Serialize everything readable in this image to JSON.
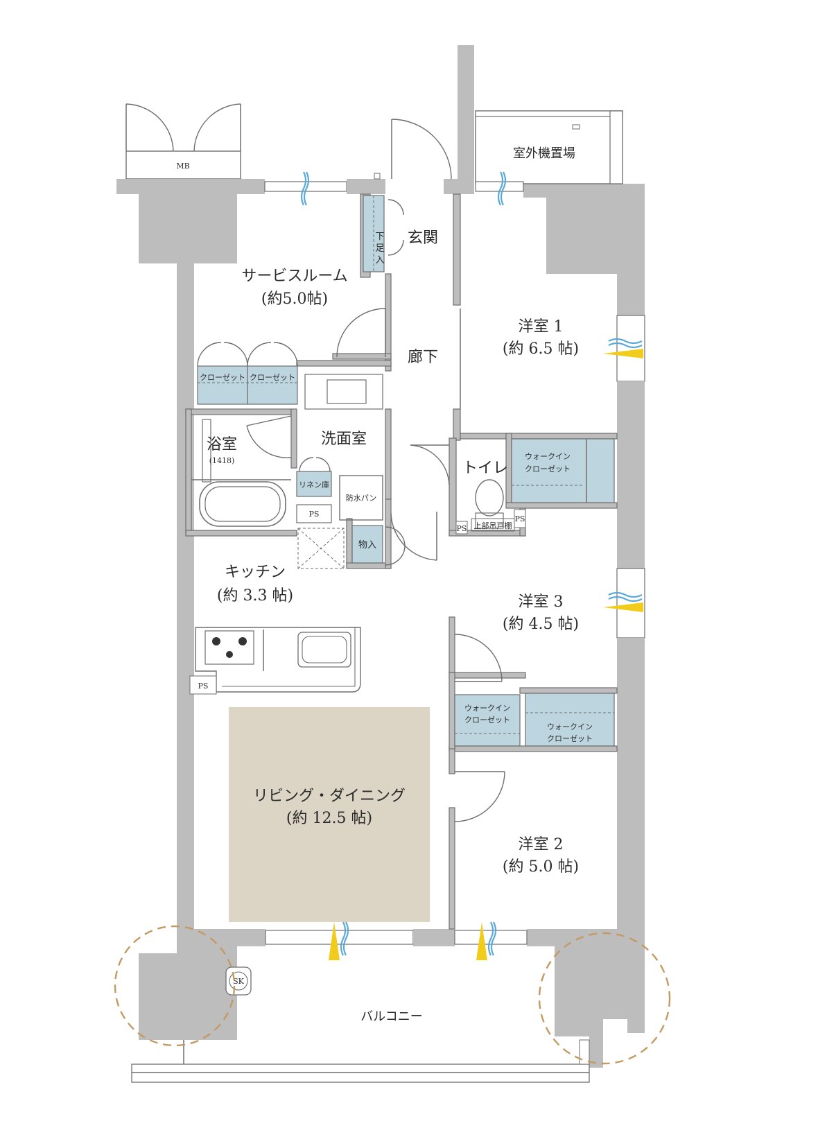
{
  "rooms": {
    "service_room": {
      "name": "サービスルーム",
      "size": "(約5.0帖)"
    },
    "entrance": "玄関",
    "shoe_box": [
      "下",
      "足",
      "入"
    ],
    "hallway": "廊下",
    "western1": {
      "name": "洋室 1",
      "size": "(約 6.5 帖)"
    },
    "western2": {
      "name": "洋室 2",
      "size": "(約 5.0 帖)"
    },
    "western3": {
      "name": "洋室 3",
      "size": "(約 4.5 帖)"
    },
    "bath": {
      "name": "浴室",
      "size": "(1418)"
    },
    "washroom": "洗面室",
    "toilet": "トイレ",
    "kitchen": {
      "name": "キッチン",
      "size": "(約 3.3 帖)"
    },
    "living": {
      "name": "リビング・ダイニング",
      "size": "(約 12.5 帖)"
    },
    "balcony": "バルコニー",
    "outdoor_unit": "室外機置場"
  },
  "labels": {
    "mb": "MB",
    "closet": "クローゼット",
    "walkin_line1": "ウォークイン",
    "walkin_line2": "クローゼット",
    "linen": "リネン庫",
    "waterproof_pan": "防水パン",
    "ps": "PS",
    "storage": "物入",
    "upper_shelf": "上部吊戸棚",
    "sk": "SK"
  },
  "colors": {
    "wall": "#bdbdbd",
    "storage": "#bcd5de",
    "living_highlight": "#dcd5c6",
    "window_blue": "#5aa9d6",
    "vent_yellow": "#f2cc1a",
    "balcony_circle": "#c49a63"
  }
}
